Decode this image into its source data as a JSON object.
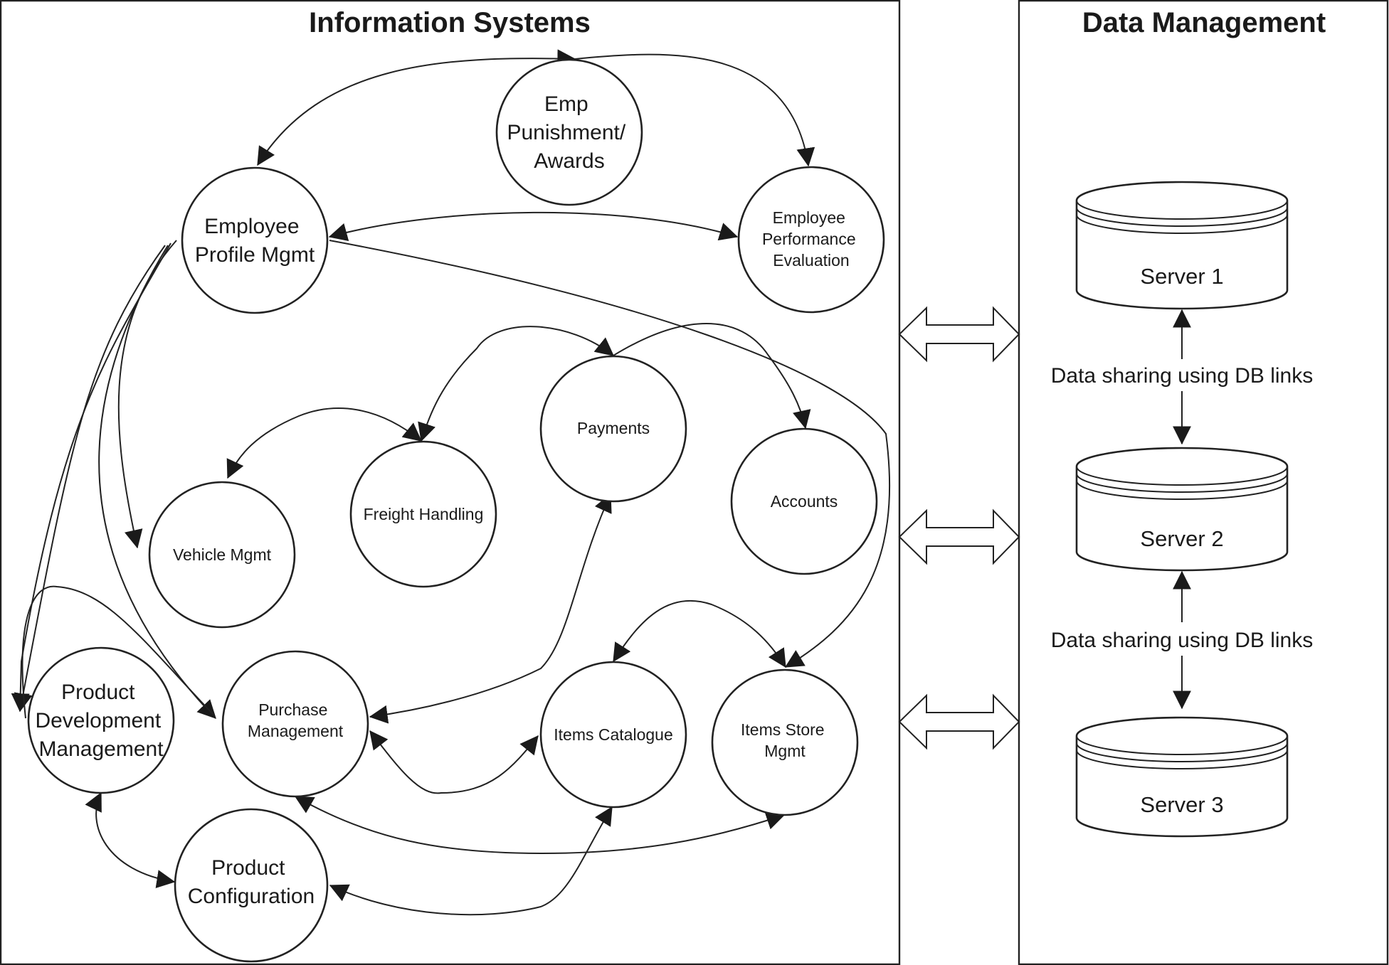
{
  "info_systems": {
    "title": "Information Systems",
    "nodes": {
      "emp_punishment": [
        "Emp",
        "Punishment/",
        "Awards"
      ],
      "employee_profile": [
        "Employee",
        "Profile Mgmt"
      ],
      "employee_performance": [
        "Employee",
        "Performance",
        "Evaluation"
      ],
      "payments": [
        "Payments"
      ],
      "accounts": [
        "Accounts"
      ],
      "freight": [
        "Freight Handling"
      ],
      "vehicle": [
        "Vehicle Mgmt"
      ],
      "product_dev": [
        "Product",
        "Development",
        "Management"
      ],
      "purchase": [
        "Purchase",
        "Management"
      ],
      "items_catalogue": [
        "Items Catalogue"
      ],
      "items_store": [
        "Items Store",
        "Mgmt"
      ],
      "product_config": [
        "Product",
        "Configuration"
      ]
    }
  },
  "data_management": {
    "title": "Data Management",
    "servers": [
      "Server 1",
      "Server 2",
      "Server 3"
    ],
    "links": [
      "Data sharing using DB links",
      "Data sharing using DB links"
    ]
  }
}
